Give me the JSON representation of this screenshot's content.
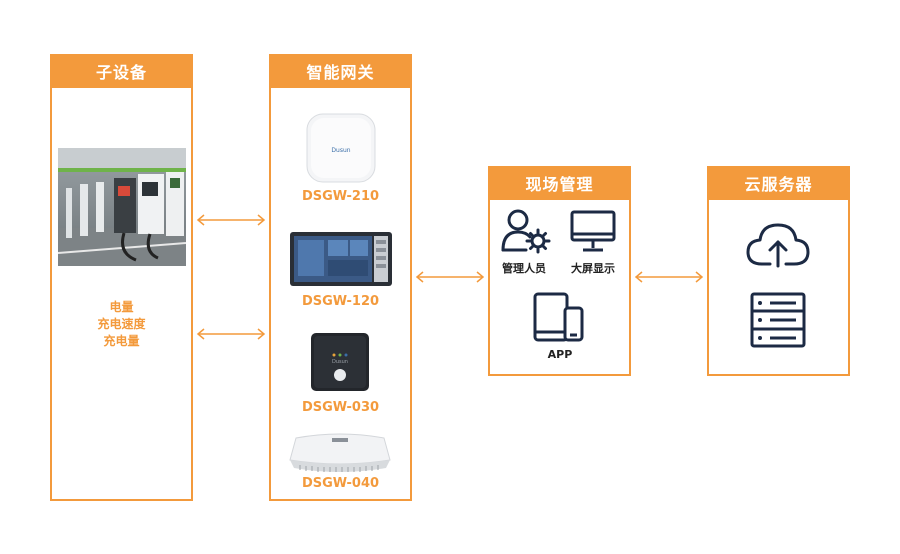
{
  "panels": {
    "sub_devices": {
      "title": "子设备"
    },
    "gateway": {
      "title": "智能网关"
    },
    "site_management": {
      "title": "现场管理"
    },
    "cloud_server": {
      "title": "云服务器"
    }
  },
  "sub_device_metrics": [
    "电量",
    "充电速度",
    "充电量"
  ],
  "gateway_models": [
    "DSGW-210",
    "DSGW-120",
    "DSGW-030",
    "DSGW-040"
  ],
  "site_items": {
    "manager": "管理人员",
    "big_screen": "大屏显示",
    "app": "APP"
  },
  "colors": {
    "accent": "#f39a3c",
    "icon": "#1c2a44"
  },
  "icons": [
    "charging-station-photo",
    "gateway-device",
    "manager-gear-icon",
    "monitor-icon",
    "tablet-phone-icon",
    "cloud-upload-icon",
    "server-rack-icon"
  ]
}
